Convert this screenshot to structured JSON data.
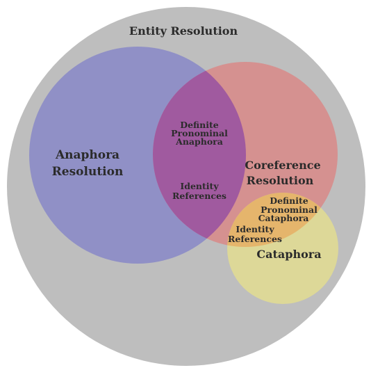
{
  "diagram": {
    "outer_label": "Entity Resolution",
    "anaphora": {
      "line1": "Anaphora",
      "line2": "Resolution"
    },
    "coreference": {
      "line1": "Coreference",
      "line2": "Resolution"
    },
    "cataphora": {
      "label": "Cataphora"
    },
    "anaphora_coref_overlap": {
      "definite": {
        "line1": "Definite",
        "line2": "Pronominal",
        "line3": "Anaphora"
      },
      "identity": {
        "line1": "Identity",
        "line2": "References"
      }
    },
    "cataphora_coref_overlap": {
      "definite": {
        "line1": "Definite",
        "line2": "Pronominal",
        "line3": "Cataphora"
      },
      "identity": {
        "line1": "Identity",
        "line2": "References"
      }
    },
    "colors": {
      "background": "#ffffff",
      "outer_circle": "#bebebe",
      "anaphora_circle": "#9090c6",
      "coreference_circle": "#d59190",
      "cataphora_circle": "#ddd898",
      "anaphora_coref_overlap": "#a05a9f",
      "cataphora_coref_overlap": "#e5b56c",
      "text": "#2b2b2b"
    }
  }
}
